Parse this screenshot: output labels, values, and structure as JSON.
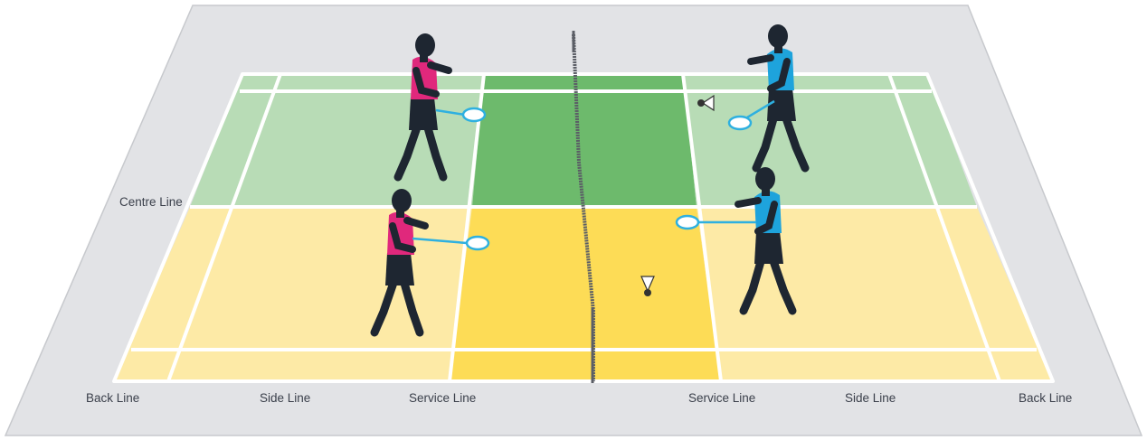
{
  "labels": {
    "centre_line": "Centre Line",
    "back_line_left": "Back Line",
    "side_line_left": "Side Line",
    "service_line_left": "Service Line",
    "service_line_right": "Service Line",
    "side_line_right": "Side Line",
    "back_line_right": "Back Line"
  },
  "colors": {
    "surround": "#e2e3e6",
    "surround_edge": "#c7c9cd",
    "lines": "#ffffff",
    "back_green_light": "#b8dcb6",
    "back_green_dark": "#6dba6c",
    "front_yellow_light": "#fdeaa6",
    "front_yellow_dark": "#fddc56",
    "player_skin": "#1e2631",
    "team_pink": "#e0287c",
    "team_blue": "#1ea3dc",
    "racket": "#2eb0e0",
    "net": "#5b5e66",
    "shuttle": "#333333"
  },
  "players": [
    {
      "team": "pink",
      "position": "back-left"
    },
    {
      "team": "pink",
      "position": "front-left"
    },
    {
      "team": "blue",
      "position": "back-right"
    },
    {
      "team": "blue",
      "position": "front-right"
    }
  ],
  "shuttlecocks": 2
}
